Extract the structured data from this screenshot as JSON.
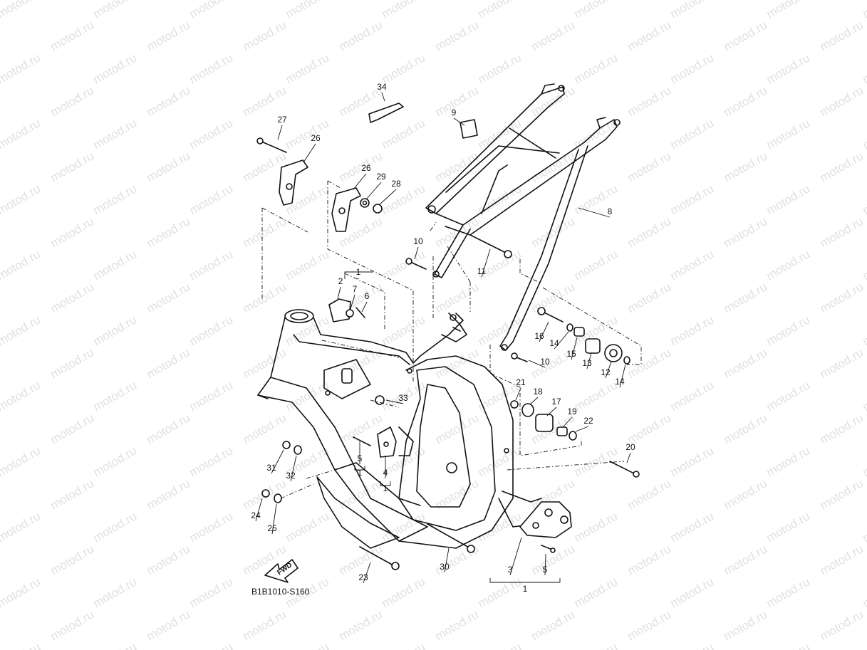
{
  "watermark": "motod.ru",
  "diagram_code": "B1B1010-S160",
  "fwd_label": "FWD",
  "callouts": [
    "34",
    "9",
    "27",
    "26",
    "26",
    "29",
    "28",
    "10",
    "11",
    "8",
    "1",
    "2",
    "7",
    "6",
    "16",
    "14",
    "15",
    "13",
    "12",
    "14",
    "10",
    "21",
    "18",
    "17",
    "19",
    "22",
    "33",
    "31",
    "32",
    "5",
    "1",
    "4",
    "1",
    "20",
    "24",
    "25",
    "23",
    "30",
    "3",
    "5",
    "1"
  ]
}
